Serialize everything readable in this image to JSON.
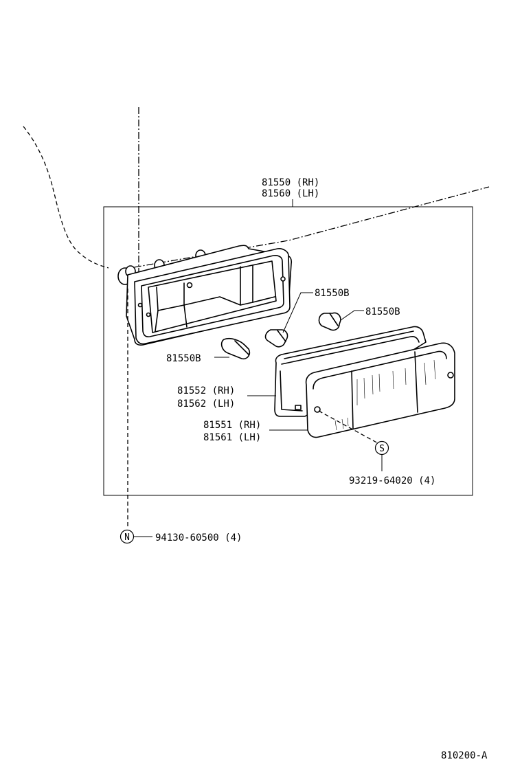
{
  "diagram_code": "810200-A",
  "callouts": {
    "assembly_rh": "81550 (RH)",
    "assembly_lh": "81560 (LH)",
    "bulb_top": "81550B",
    "bulb_right": "81550B",
    "bulb_left": "81550B",
    "gasket_rh": "81552 (RH)",
    "gasket_lh": "81562 (LH)",
    "lens_rh": "81551 (RH)",
    "lens_lh": "81561 (LH)",
    "screw_part": "93219-64020 (4)",
    "nut_part": "94130-60500 (4)"
  },
  "symbols": {
    "screw": "S",
    "nut": "N"
  }
}
